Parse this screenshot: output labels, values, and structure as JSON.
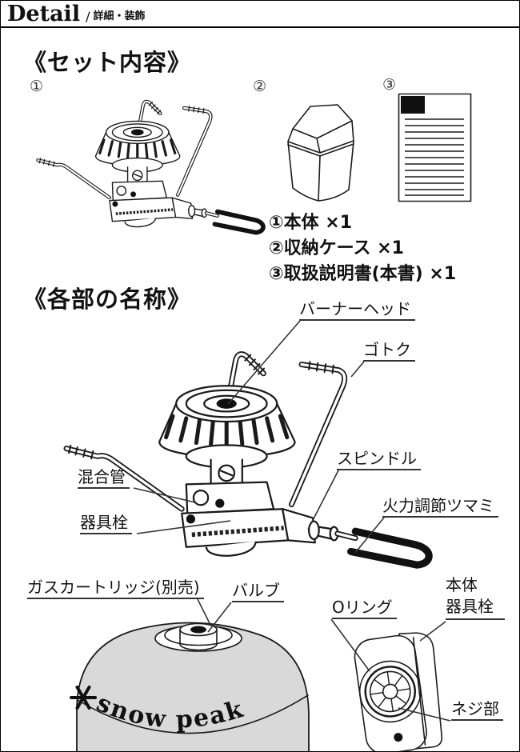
{
  "header": {
    "title": "Detail",
    "slash": "/",
    "subtitle": "詳細・装飾"
  },
  "set_contents": {
    "heading": "《セット内容》",
    "markers": [
      "①",
      "②",
      "③"
    ],
    "items": [
      "①本体 ×1",
      "②収納ケース ×1",
      "③取扱説明書(本書) ×1"
    ]
  },
  "parts": {
    "heading": "《各部の名称》",
    "labels": {
      "burner_head": "バーナーヘッド",
      "gotoku": "ゴトク",
      "mixing_tube": "混合管",
      "spindle": "スピンドル",
      "valve_body": "器具栓",
      "flame_knob": "火力調節ツマミ"
    }
  },
  "bottom": {
    "labels": {
      "gas_cartridge": "ガスカートリッジ(別売)",
      "valve": "バルブ",
      "o_ring": "Oリング",
      "body_unit_line1": "本体",
      "body_unit_line2": "器具栓",
      "screw": "ネジ部"
    },
    "logo": "snow peak",
    "colors": {
      "cartridge_fill": "#d9d9d9",
      "line": "#1a1a1a"
    }
  },
  "illustrations": {
    "set_item_1": "camp-stove",
    "set_item_2": "storage-case",
    "set_item_3": "instruction-manual",
    "diagram": "camp-stove-labeled",
    "cartridge": "gas-cartridge",
    "connector": "body-valve-connector"
  }
}
